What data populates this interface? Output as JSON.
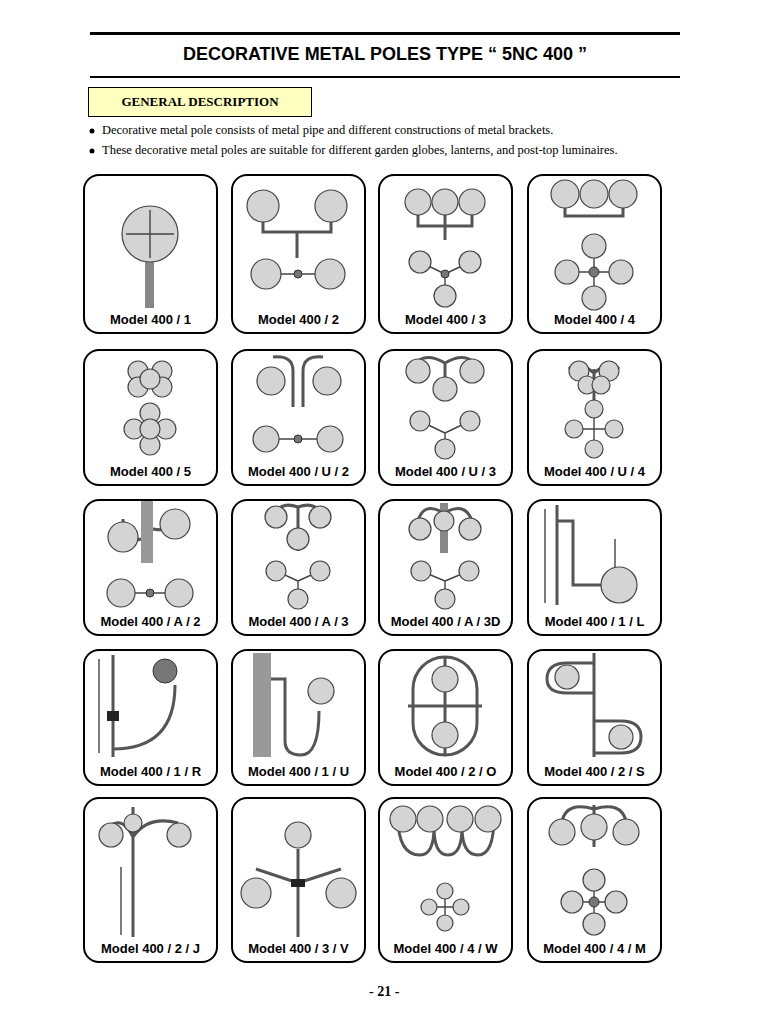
{
  "diagram": {
    "title": "DECORATIVE METAL POLES TYPE “ 5NC 400 ”",
    "nodes": [
      {
        "text": [
          "GENERAL DESCRIPTION"
        ]
      },
      {
        "text": [
          "Model 400 / 1"
        ]
      },
      {
        "text": [
          "Model 400 / 2"
        ]
      },
      {
        "text": [
          "Model 400 / 3"
        ]
      },
      {
        "text": [
          "Model 400 / 4"
        ]
      },
      {
        "text": [
          "Model 400 / 5"
        ]
      },
      {
        "text": [
          "Model 400 / U / 2"
        ]
      },
      {
        "text": [
          "Model 400 / U / 3"
        ]
      },
      {
        "text": [
          "Model 400 / U / 4"
        ]
      },
      {
        "text": [
          "Model 400 / A / 2"
        ]
      },
      {
        "text": [
          "Model 400 / A / 3"
        ]
      },
      {
        "text": [
          "Model 400 / A / 3D"
        ]
      },
      {
        "text": [
          "Model 400 / 1 / L"
        ]
      },
      {
        "text": [
          "Model 400 / 1 / R"
        ]
      },
      {
        "text": [
          "Model 400 / 1 / U"
        ]
      },
      {
        "text": [
          "Model 400 / 2 / O"
        ]
      },
      {
        "text": [
          "Model 400 / 2 / S"
        ]
      },
      {
        "text": [
          "Model 400 / 2 / J"
        ]
      },
      {
        "text": [
          "Model 400 / 3 / V"
        ]
      },
      {
        "text": [
          "Model 400 / 4 / W"
        ]
      },
      {
        "text": [
          "Model 400 / 4 / M"
        ]
      }
    ],
    "labels": [
      "Decorative metal pole consists of metal pipe and different constructions of metal brackets.",
      "These decorative metal poles are suitable for different garden globes, lanterns, and post-top luminaires.",
      "- 21 -"
    ]
  }
}
